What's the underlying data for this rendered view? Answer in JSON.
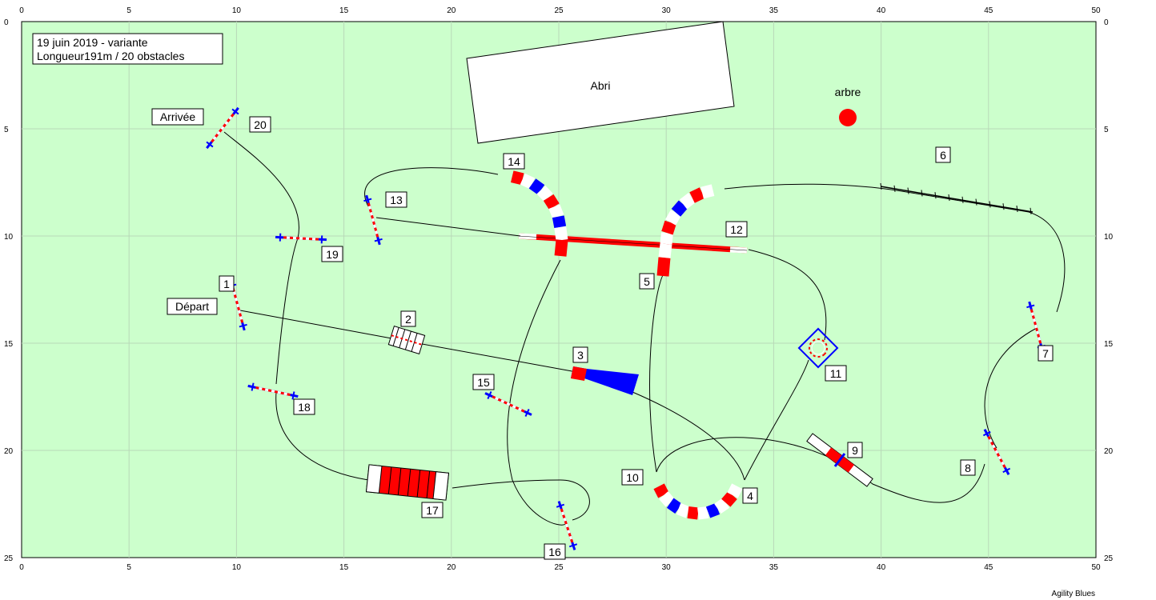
{
  "field": {
    "x_range": [
      0,
      50
    ],
    "y_range": [
      0,
      25
    ],
    "background_color": "#ccffcc",
    "grid_color": "#b8d8b8",
    "x_ticks": [
      "0",
      "5",
      "10",
      "15",
      "20",
      "25",
      "30",
      "35",
      "40",
      "45",
      "50"
    ],
    "y_ticks": [
      "0",
      "5",
      "10",
      "15",
      "20",
      "25"
    ]
  },
  "title_box": {
    "line1": "19 juin 2019 - variante",
    "line2": "Longueur191m / 20  obstacles"
  },
  "labels": {
    "start": "Départ",
    "finish": "Arrivée",
    "shelter": "Abri",
    "tree": "arbre"
  },
  "obstacle_numbers": [
    "1",
    "2",
    "3",
    "4",
    "5",
    "6",
    "7",
    "8",
    "9",
    "10",
    "11",
    "12",
    "13",
    "14",
    "15",
    "16",
    "17",
    "18",
    "19",
    "20"
  ],
  "colors": {
    "hurdle_bar": "#ff0000",
    "hurdle_post": "#0000ff",
    "tunnel_red": "#ff0000",
    "tunnel_blue": "#0000ff",
    "tunnel_white": "#ffffff",
    "tree": "#ff0000",
    "path": "#000000"
  },
  "credit": "Agility Blues"
}
